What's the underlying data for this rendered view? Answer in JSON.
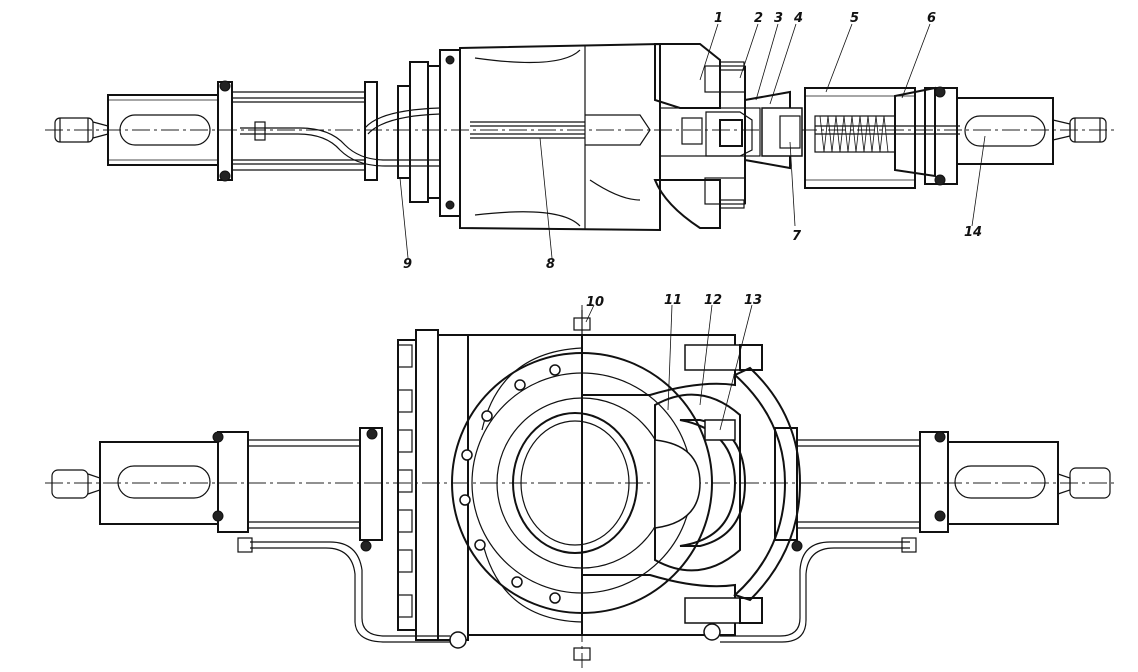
{
  "figure": {
    "callouts": [
      {
        "id": "c1",
        "text": "1"
      },
      {
        "id": "c2",
        "text": "2"
      },
      {
        "id": "c3",
        "text": "3"
      },
      {
        "id": "c4",
        "text": "4"
      },
      {
        "id": "c5",
        "text": "5"
      },
      {
        "id": "c6",
        "text": "6"
      },
      {
        "id": "c7",
        "text": "7"
      },
      {
        "id": "c8",
        "text": "8"
      },
      {
        "id": "c9",
        "text": "9"
      },
      {
        "id": "c10",
        "text": "10"
      },
      {
        "id": "c11",
        "text": "11"
      },
      {
        "id": "c12",
        "text": "12"
      },
      {
        "id": "c13",
        "text": "13"
      },
      {
        "id": "c14",
        "text": "14"
      }
    ]
  },
  "style": {
    "ink": "#111111",
    "paper": "#ffffff"
  }
}
